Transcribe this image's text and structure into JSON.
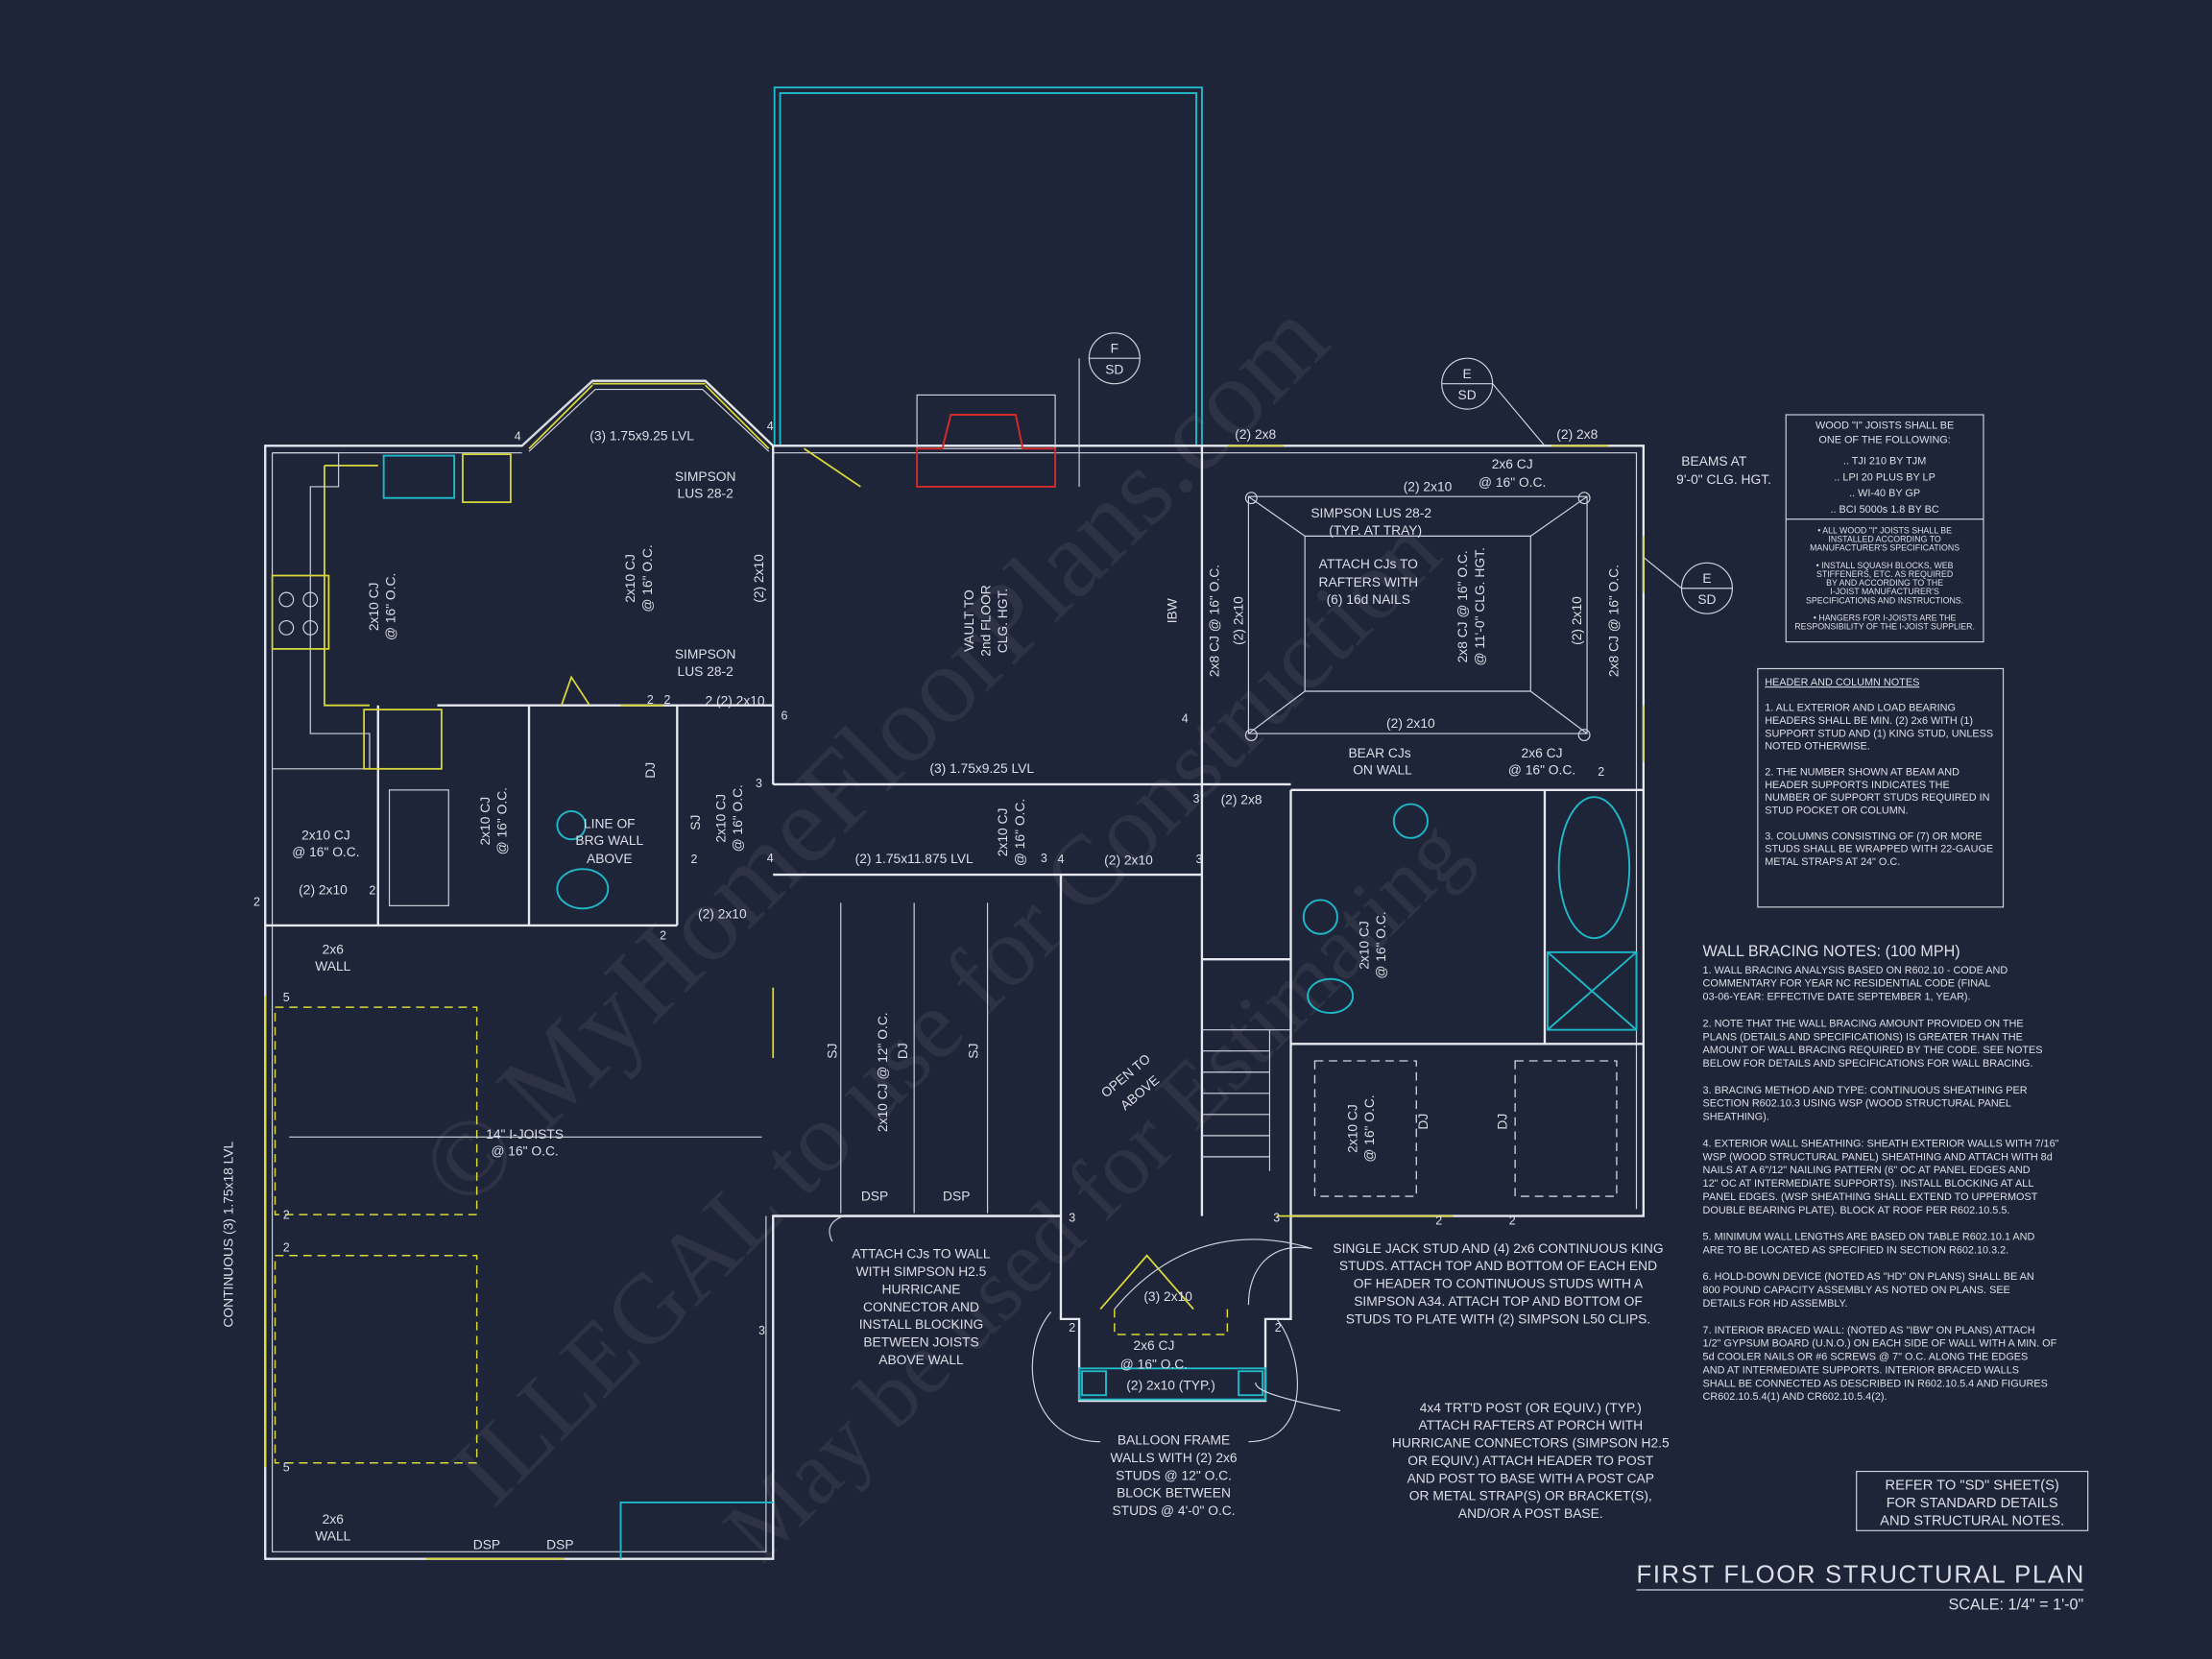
{
  "watermark": [
    "© MyHomeFloorPlans.com",
    "ILLEGAL to use for Construction",
    "May be used for Estimating"
  ],
  "colors": {
    "background": "#1f2538",
    "lines": "#e6e8ef",
    "fixtures": "#1fb8c8",
    "windows_doors": "#d8d83a",
    "fireplace": "#d42a2a"
  },
  "plan": {
    "labels": [
      "(3) 1.75x9.25 LVL",
      "SIMPSON",
      "LUS 28-2",
      "SIMPSON",
      "LUS 28-2",
      "2x10 CJ",
      "@ 16\" O.C.",
      "2x10 CJ",
      "@ 16\" O.C.",
      "(2) 2x10",
      "VAULT TO",
      "2nd FLOOR",
      "CLG. HGT.",
      "IBW",
      "(2) 2x8",
      "(2) 2x8",
      "(2) 2x10",
      "2x6 CJ",
      "@ 16\" O.C.",
      "SIMPSON LUS 28-2",
      "(TYP. AT TRAY)",
      "ATTACH CJs TO",
      "RAFTERS WITH",
      "(6) 16d NAILS",
      "BEAMS AT",
      "9'-0\" CLG. HGT.",
      "2x8 CJ @ 16\" O.C.",
      "(2) 2x10",
      "2x8 CJ @ 16\" O.C.",
      "@ 11'-0\" CLG. HGT.",
      "(2) 2x10",
      "2x8 CJ @ 16\" O.C.",
      "(2) 2x10",
      "BEAR CJs",
      "ON WALL",
      "2x6 CJ",
      "@ 16\" O.C.",
      "(3) 1.75x9.25 LVL",
      "(2) 2x8",
      "(2) 1.75x11.875 LVL",
      "(2) 2x10",
      "2 (2) 2x10",
      "(2) 2x10",
      "2x10 CJ",
      "@ 16\" O.C.",
      "(2) 2x10",
      "2x10 CJ",
      "@ 16\" O.C.",
      "LINE OF",
      "BRG WALL",
      "ABOVE",
      "DJ",
      "SJ",
      "2x10 CJ",
      "@ 16\" O.C.",
      "2x10 CJ",
      "@ 16\" O.C.",
      "2x6",
      "WALL",
      "CONTINUOUS (3) 1.75x18 LVL",
      "14\" I-JOISTS",
      "@ 16\" O.C.",
      "SJ",
      "2x10 CJ @ 12\" O.C.",
      "DJ",
      "SJ",
      "OPEN TO",
      "ABOVE",
      "DSP",
      "DSP",
      "DSP",
      "DSP",
      "2x10 CJ",
      "@ 16\" O.C.",
      "2x10 CJ",
      "@ 16\" O.C.",
      "DJ",
      "DJ",
      "(3) 2x10",
      "2x6 CJ",
      "@ 16\" O.C.",
      "(2) 2x10 (TYP.)",
      "2x6",
      "WALL"
    ],
    "section_markers": [
      {
        "letter": "F",
        "sheet": "SD"
      },
      {
        "letter": "E",
        "sheet": "SD"
      },
      {
        "letter": "E",
        "sheet": "SD"
      }
    ],
    "stud_counts": [
      "4",
      "4",
      "6",
      "2",
      "2",
      "3",
      "4",
      "3",
      "4",
      "3",
      "3",
      "4",
      "2",
      "2",
      "2",
      "2",
      "5",
      "2",
      "2",
      "5",
      "3",
      "3",
      "3",
      "2",
      "2",
      "2",
      "2",
      "2"
    ],
    "callouts": {
      "attach_cjs": [
        "ATTACH CJs TO WALL",
        "WITH SIMPSON H2.5",
        "HURRICANE",
        "CONNECTOR AND",
        "INSTALL BLOCKING",
        "BETWEEN JOISTS",
        "ABOVE WALL"
      ],
      "jack_stud": [
        "SINGLE JACK STUD AND (4) 2x6 CONTINUOUS KING",
        "STUDS. ATTACH TOP AND BOTTOM OF EACH END",
        "OF HEADER TO CONTINUOUS STUDS WITH A",
        "SIMPSON A34. ATTACH TOP AND BOTTOM OF",
        "STUDS TO PLATE WITH (2) SIMPSON L50 CLIPS."
      ],
      "balloon_frame": [
        "BALLOON FRAME",
        "WALLS WITH (2) 2x6",
        "STUDS @ 12\" O.C.",
        "BLOCK BETWEEN",
        "STUDS @ 4'-0\" O.C."
      ],
      "post": [
        "4x4 TRT'D POST (OR EQUIV.) (TYP.)",
        "ATTACH RAFTERS AT PORCH WITH",
        "HURRICANE CONNECTORS (SIMPSON H2.5",
        "OR EQUIV.) ATTACH HEADER TO POST",
        "AND POST TO BASE WITH A POST CAP",
        "OR METAL STRAP(S) OR BRACKET(S),",
        "AND/OR A POST BASE."
      ]
    }
  },
  "notes": {
    "joist_box": {
      "header": [
        "WOOD \"I\" JOISTS SHALL BE",
        "ONE OF THE FOLLOWING:"
      ],
      "options": [
        ".. TJI 210 BY TJM",
        ".. LPI 20 PLUS BY LP",
        ".. WI-40 BY GP",
        ".. BCI 5000s 1.8 BY BC"
      ],
      "bullets": [
        "• ALL WOOD \"I\" JOISTS SHALL BE",
        "INSTALLED ACCORDING TO",
        "MANUFACTURER'S SPECIFICATIONS",
        "",
        "• INSTALL SQUASH BLOCKS, WEB",
        "STIFFENERS, ETC. AS REQUIRED",
        "BY AND ACCORDING TO THE",
        "I-JOIST MANUFACTURER'S",
        "SPECIFICATIONS AND INSTRUCTIONS.",
        "",
        "• HANGERS FOR I-JOISTS ARE THE",
        "RESPONSIBILITY OF THE I-JOIST SUPPLIER."
      ]
    },
    "header_column": {
      "title": "HEADER AND COLUMN NOTES",
      "lines": [
        "1. ALL EXTERIOR AND LOAD BEARING",
        "HEADERS SHALL BE MIN. (2) 2x6 WITH (1)",
        "SUPPORT STUD AND (1) KING STUD, UNLESS",
        "NOTED OTHERWISE.",
        "",
        "2. THE NUMBER SHOWN AT BEAM AND",
        "HEADER SUPPORTS INDICATES THE",
        "NUMBER OF SUPPORT STUDS REQUIRED IN",
        "STUD POCKET OR COLUMN.",
        "",
        "3. COLUMNS CONSISTING OF (7) OR MORE",
        "STUDS SHALL BE WRAPPED WITH 22-GAUGE",
        "METAL STRAPS AT 24\" O.C."
      ]
    },
    "wall_bracing": {
      "title": "WALL BRACING NOTES: (100 MPH)",
      "lines": [
        "1. WALL BRACING ANALYSIS BASED ON R602.10 - CODE AND",
        "COMMENTARY FOR YEAR NC RESIDENTIAL CODE (FINAL",
        "03-06-YEAR: EFFECTIVE DATE SEPTEMBER 1, YEAR).",
        "",
        "2. NOTE THAT THE WALL BRACING AMOUNT PROVIDED ON THE",
        "PLANS (DETAILS AND SPECIFICATIONS) IS GREATER THAN THE",
        "AMOUNT OF WALL BRACING REQUIRED BY THE CODE. SEE NOTES",
        "BELOW FOR DETAILS AND SPECIFICATIONS FOR WALL BRACING.",
        "",
        "3. BRACING METHOD AND TYPE: CONTINUOUS SHEATHING PER",
        "SECTION R602.10.3 USING WSP (WOOD STRUCTURAL PANEL",
        "SHEATHING).",
        "",
        "4. EXTERIOR WALL SHEATHING: SHEATH EXTERIOR WALLS WITH 7/16\"",
        "WSP (WOOD STRUCTURAL PANEL) SHEATHING AND ATTACH WITH 8d",
        "NAILS AT A 6\"/12\" NAILING PATTERN (6\" OC AT PANEL EDGES AND",
        "12\" OC AT INTERMEDIATE SUPPORTS). INSTALL BLOCKING AT ALL",
        "PANEL EDGES. (WSP SHEATHING SHALL EXTEND TO UPPERMOST",
        "DOUBLE BEARING PLATE). BLOCK AT ROOF PER R602.10.5.5.",
        "",
        "5. MINIMUM WALL LENGTHS ARE BASED ON TABLE R602.10.1 AND",
        "ARE TO BE LOCATED AS SPECIFIED IN SECTION R602.10.3.2.",
        "",
        "6. HOLD-DOWN DEVICE (NOTED AS \"HD\" ON PLANS) SHALL BE AN",
        "800 POUND CAPACITY ASSEMBLY AS NOTED ON PLANS. SEE",
        "DETAILS FOR HD ASSEMBLY.",
        "",
        "7. INTERIOR BRACED WALL: (NOTED AS \"IBW\" ON PLANS) ATTACH",
        "1/2\" GYPSUM BOARD (U.N.O.) ON EACH SIDE OF WALL WITH A MIN. OF",
        "5d COOLER NAILS OR #6 SCREWS @ 7\" O.C. ALONG THE EDGES",
        "AND AT INTERMEDIATE SUPPORTS.  INTERIOR BRACED WALLS",
        "SHALL BE CONNECTED AS DESCRIBED IN R602.10.5.4 AND FIGURES",
        "CR602.10.5.4(1) AND CR602.10.5.4(2)."
      ]
    },
    "refer": [
      "REFER TO \"SD\" SHEET(S)",
      "FOR STANDARD DETAILS",
      "AND STRUCTURAL NOTES."
    ]
  },
  "title_block": {
    "title": "FIRST FLOOR STRUCTURAL PLAN",
    "scale": "SCALE: 1/4\" = 1'-0\""
  }
}
